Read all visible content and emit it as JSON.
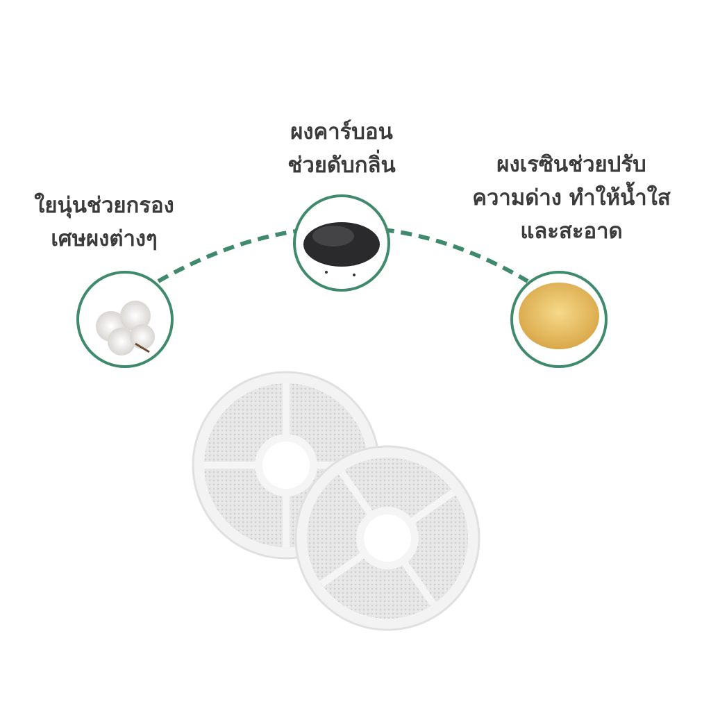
{
  "colors": {
    "accent_green": "#3f8a6c",
    "text": "#3b3b3b"
  },
  "layers": [
    {
      "id": "cotton",
      "icon": "cotton-icon",
      "lines": [
        "ใยนุ่นช่วยกรอง",
        "เศษผงต่างๆ"
      ]
    },
    {
      "id": "carbon",
      "icon": "activated-carbon-icon",
      "lines": [
        "ผงคาร์บอน",
        "ช่วยดับกลิ่น"
      ]
    },
    {
      "id": "resin",
      "icon": "resin-beads-icon",
      "lines": [
        "ผงเรซินช่วยปรับ",
        "ความด่าง ทำให้น้ำใส",
        "และสะอาด"
      ]
    }
  ]
}
